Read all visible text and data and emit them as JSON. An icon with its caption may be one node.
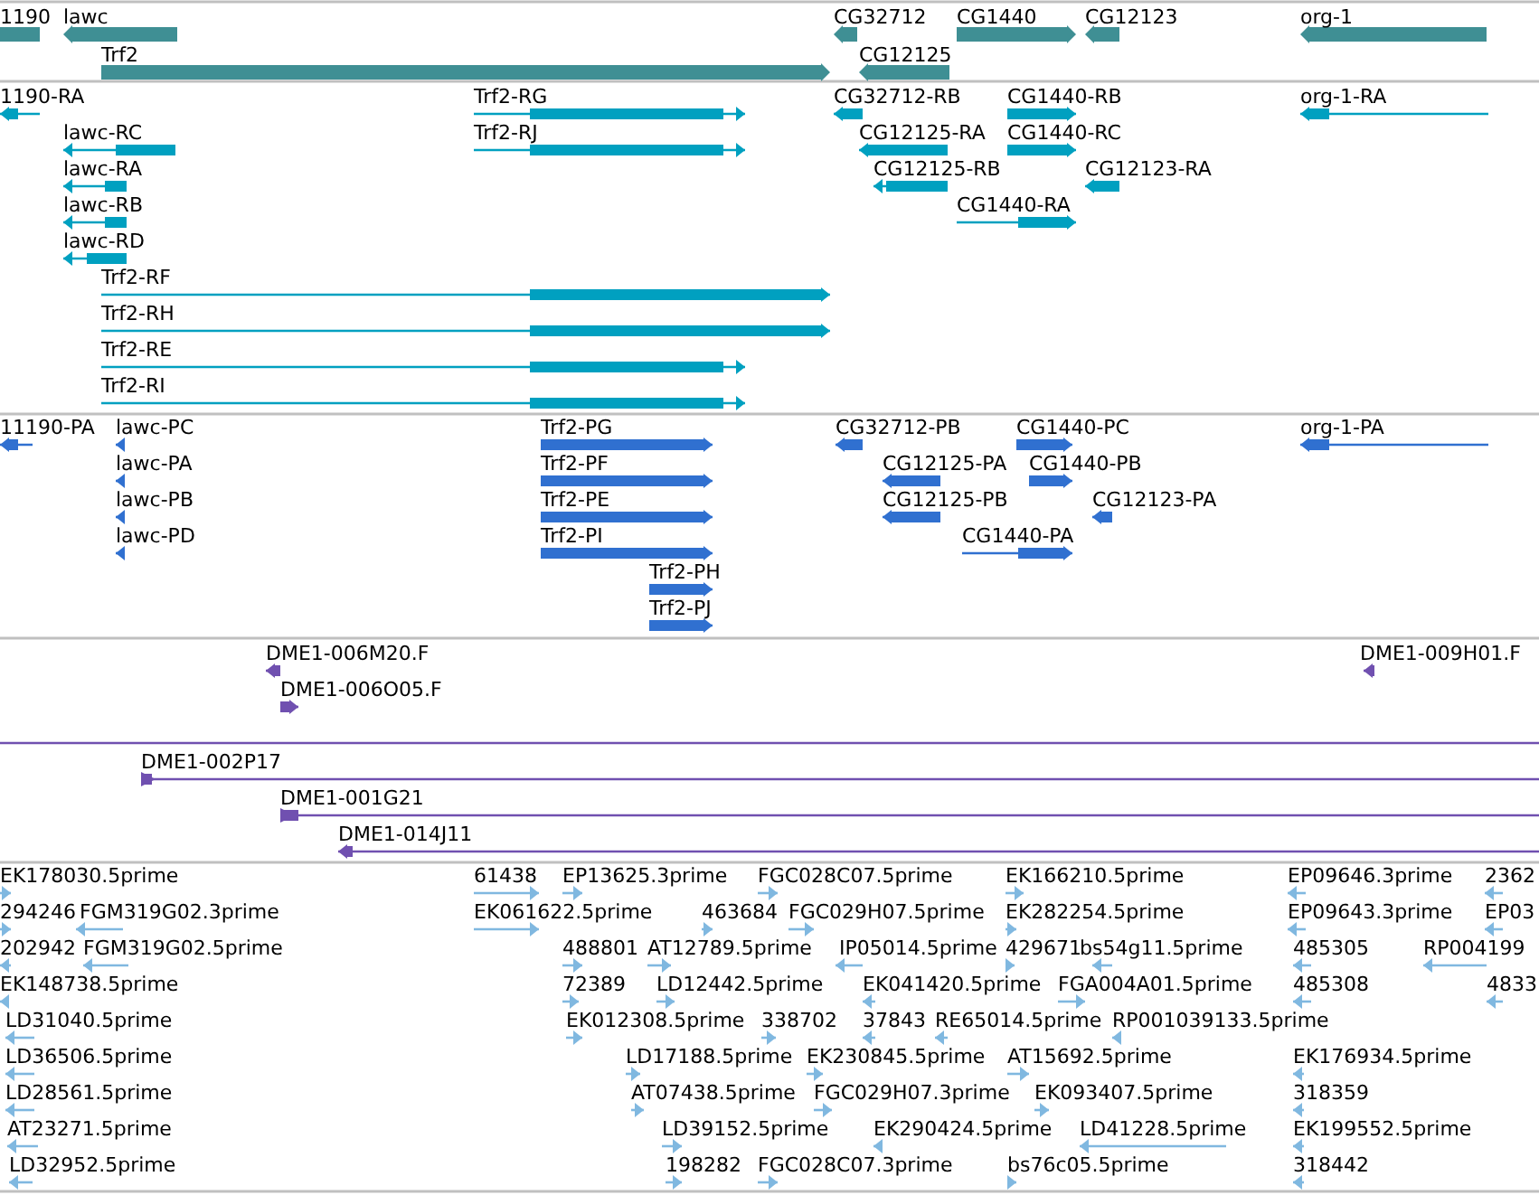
{
  "diagram": {
    "labels": [
      "1190",
      "lawc",
      "CG32712",
      "CG1440",
      "CG12123",
      "org-1",
      "Trf2",
      "CG12125",
      "1190-RA",
      "Trf2-RG",
      "CG32712-RB",
      "CG1440-RB",
      "org-1-RA",
      "lawc-RC",
      "Trf2-RJ",
      "CG12125-RA",
      "CG1440-RC",
      "lawc-RA",
      "CG12125-RB",
      "CG12123-RA",
      "lawc-RB",
      "CG1440-RA",
      "lawc-RD",
      "Trf2-RF",
      "Trf2-RH",
      "Trf2-RE",
      "Trf2-RI",
      "11190-PA",
      "lawc-PC",
      "Trf2-PG",
      "CG32712-PB",
      "CG1440-PC",
      "org-1-PA",
      "lawc-PA",
      "Trf2-PF",
      "CG12125-PA",
      "CG1440-PB",
      "lawc-PB",
      "Trf2-PE",
      "CG12125-PB",
      "CG12123-PA",
      "lawc-PD",
      "Trf2-PI",
      "CG1440-PA",
      "Trf2-PH",
      "Trf2-PJ",
      "DME1-006M20.F",
      "DME1-009H01.F",
      "DME1-006O05.F",
      "DME1-002P17",
      "DME1-001G21",
      "DME1-014J11",
      "EK178030.5prime",
      "61438",
      "EP13625.3prime",
      "FGC028C07.5prime",
      "EK166210.5prime",
      "EP09646.3prime",
      "2362",
      "294246",
      "FGM319G02.3prime",
      "EK061622.5prime",
      "463684",
      "FGC029H07.5prime",
      "EK282254.5prime",
      "EP09643.3prime",
      "EP03",
      "202942",
      "FGM319G02.5prime",
      "488801",
      "AT12789.5prime",
      "IP05014.5prime",
      "429671",
      "bs54g11.5prime",
      "485305",
      "RP004199",
      "EK148738.5prime",
      "72389",
      "LD12442.5prime",
      "EK041420.5prime",
      "FGA004A01.5prime",
      "485308",
      "4833",
      "LD31040.5prime",
      "EK012308.5prime",
      "338702",
      "37843",
      "RE65014.5prime",
      "RP001039133.5prime",
      "LD36506.5prime",
      "LD17188.5prime",
      "EK230845.5prime",
      "AT15692.5prime",
      "EK176934.5prime",
      "LD28561.5prime",
      "AT07438.5prime",
      "FGC029H07.3prime",
      "EK093407.5prime",
      "318359",
      "AT23271.5prime",
      "LD39152.5prime",
      "EK290424.5prime",
      "LD41228.5prime",
      "EK199552.5prime",
      "LD32952.5prime",
      "198282",
      "FGC028C07.3prime",
      "bs76c05.5prime",
      "318442"
    ]
  }
}
